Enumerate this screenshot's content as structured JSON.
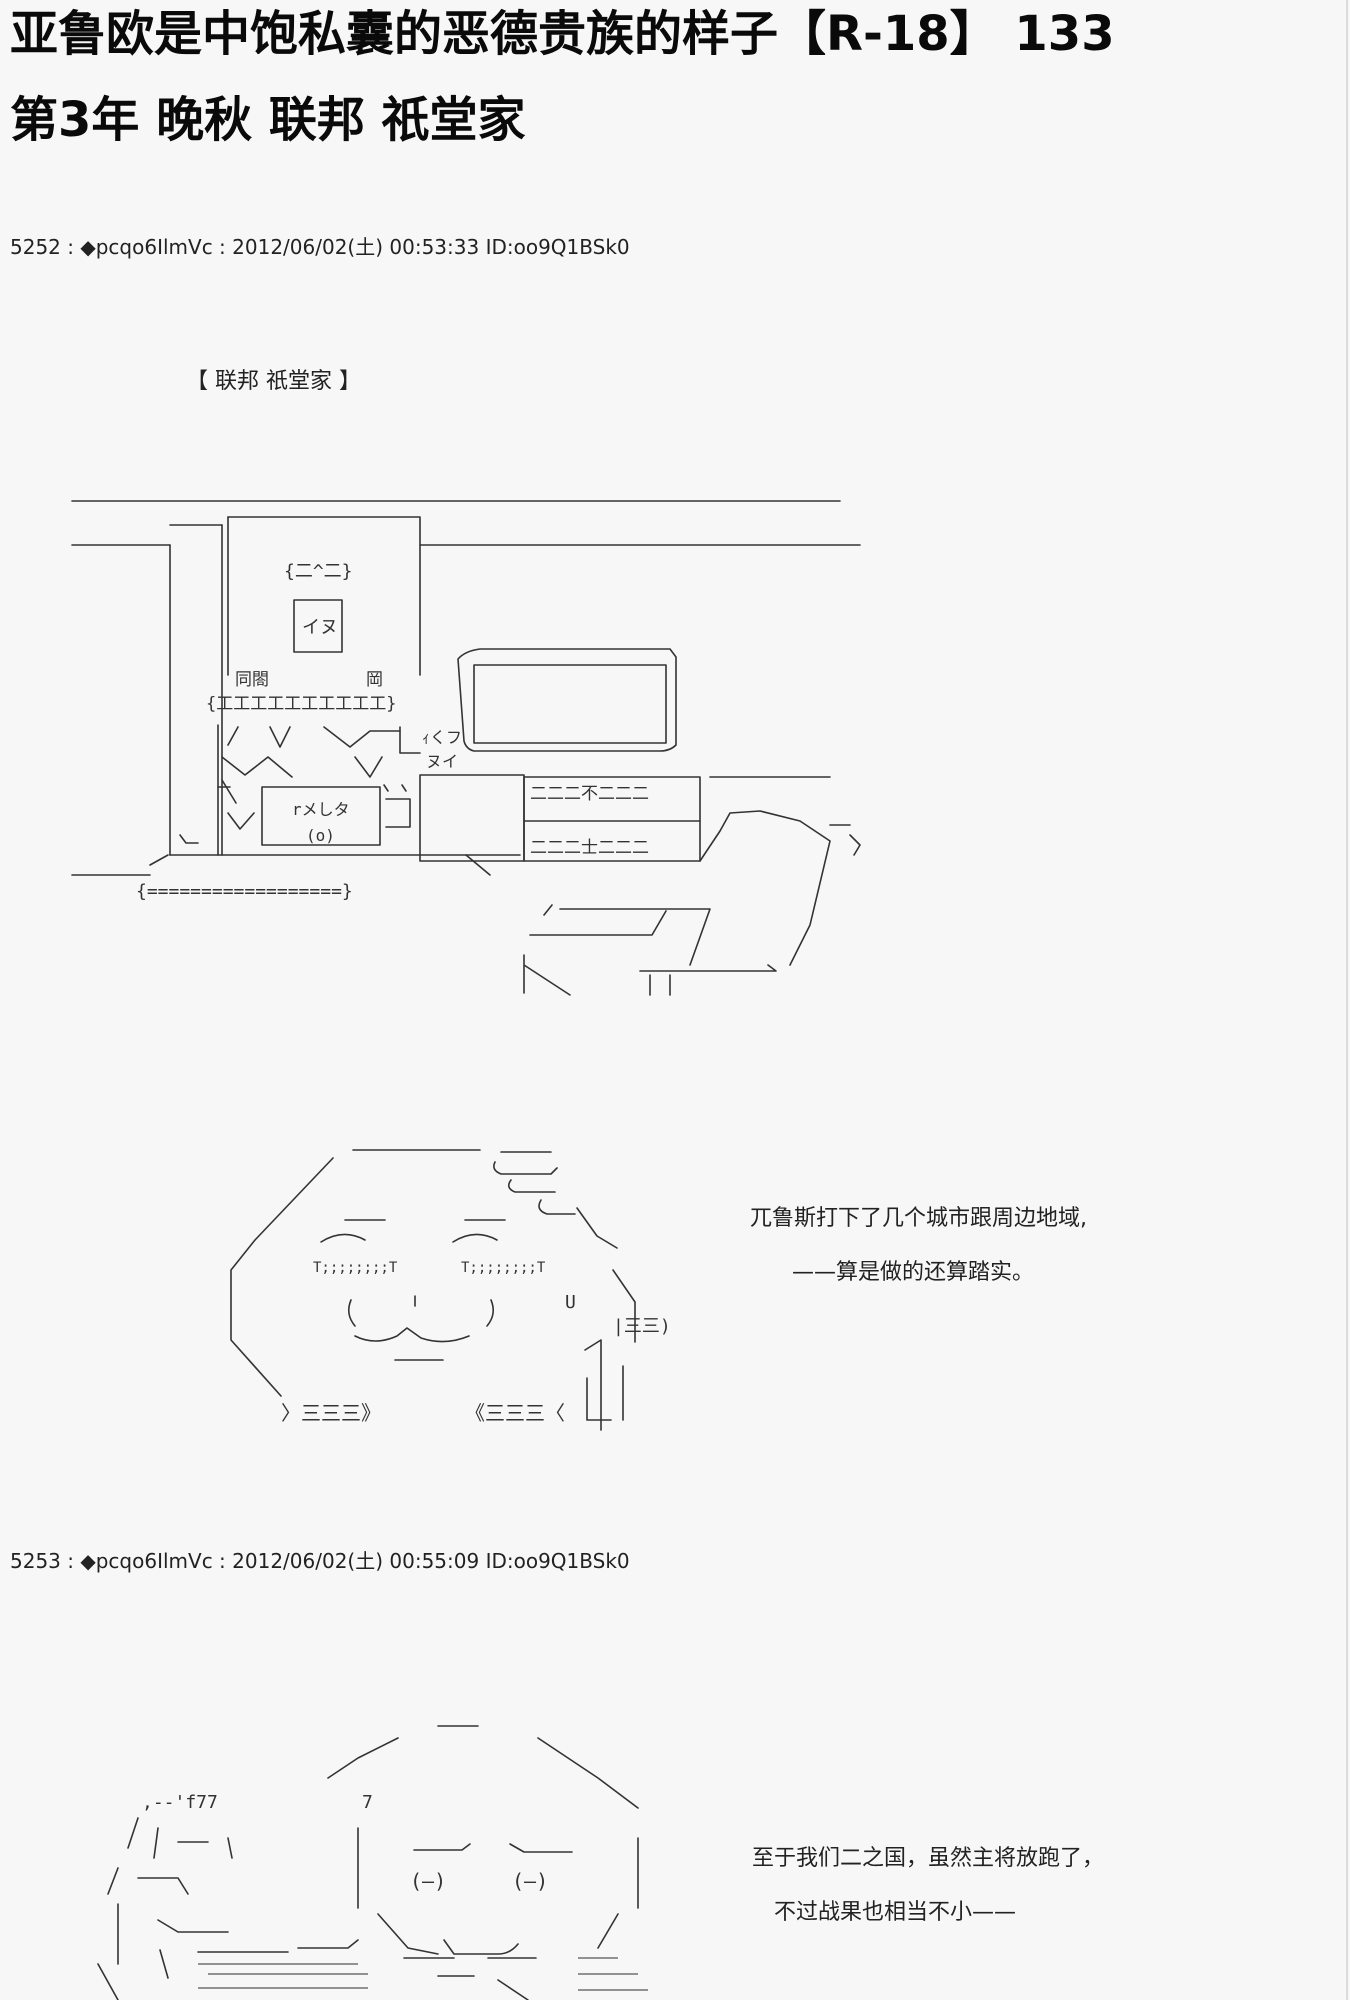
{
  "title": {
    "main": "亚鲁欧是中饱私囊的恶德贵族的样子【R-18】 133",
    "sub": "第3年 晚秋 联邦 祇堂家"
  },
  "posts": [
    {
      "header": "5252 : ◆pcqo6IlmVc : 2012/06/02(土) 00:53:33 ID:oo9Q1BSk0",
      "location": "【 联邦 祇堂家 】",
      "art": {
        "sign_top": "{二^二}",
        "sign_mid": "イヌ",
        "sign_left": "同閤",
        "sign_right": "岡",
        "frieze": "{工工工工工工工工工工}",
        "label_a": "ｨくフ",
        "label_b": "ヌイ",
        "label_c": "rメしタ",
        "label_d": "(o)",
        "steps": "{==================}",
        "desk_text": "二二二不二二二",
        "desk_text2": "二二二士二二二"
      },
      "dialogue": [
        "兀鲁斯打下了几个城市跟周边地域,",
        "——算是做的还算踏实。"
      ],
      "art2": {
        "eye_left": "T;;;;;;;;T",
        "eye_right": "T;;;;;;;;T",
        "mark_u": "U",
        "bracket": "|三三)",
        "feet_left": "〉三三三》",
        "feet_right": "《三三三〈"
      }
    },
    {
      "header": "5253 : ◆pcqo6IlmVc : 2012/06/02(土) 00:55:09 ID:oo9Q1BSk0",
      "dialogue": [
        "至于我们二之国，虽然主将放跑了，",
        "不过战果也相当不小——"
      ],
      "art": {
        "tag": ",--'f77",
        "tag2": "7",
        "face_left": "(—)",
        "face_right": "(—)"
      }
    }
  ]
}
